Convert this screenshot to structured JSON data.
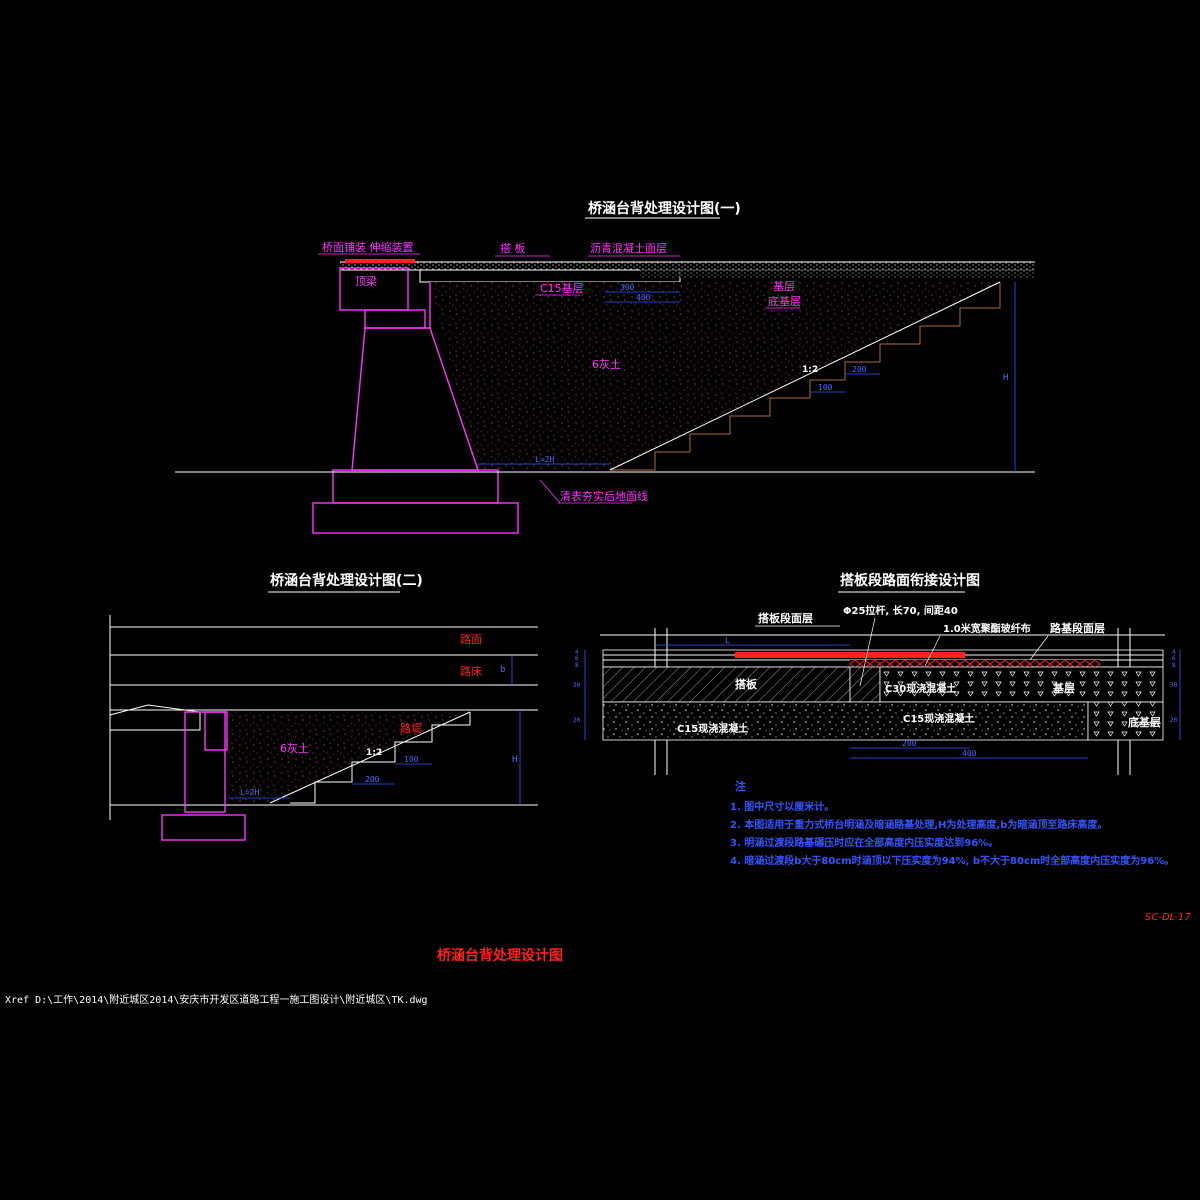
{
  "titles": {
    "main": "桥涵台背处理设计图(一)",
    "second": "桥涵台背处理设计图(二)",
    "third": "搭板段路面衔接设计图",
    "sheet": "桥涵台背处理设计图"
  },
  "figure1": {
    "label_expansion": "桥面铺装 伸缩装置",
    "label_slab": "搭 板",
    "label_asphalt": "沥青混凝土面层",
    "label_beam": "顶梁",
    "label_c15": "C15基层",
    "label_base": "基层",
    "label_subbase": "底基层",
    "label_fill": "6灰土",
    "label_slope": "1:2",
    "label_ground": "清表夯实后地面线",
    "dim_300": "300",
    "dim_400": "400",
    "dim_200": "200",
    "dim_100": "100",
    "dim_h": "H",
    "dim_lh": "L=2H"
  },
  "figure2": {
    "label_pavement": "路面",
    "label_bed": "路床",
    "label_fill": "6灰土",
    "label_embank": "路堤",
    "label_slope": "1:2",
    "dim_100": "100",
    "dim_200": "200",
    "dim_h": "H",
    "dim_lh": "L=2H",
    "dim_b": "b"
  },
  "figure3": {
    "label_slab_surface": "搭板段面层",
    "label_rebar": "Φ25拉杆, 长70, 间距40",
    "label_geogrid": "1.0米宽聚酯玻纤布",
    "label_road_surface": "路基段面层",
    "label_slab": "搭板",
    "label_c30": "C30现浇混凝土",
    "label_base": "基层",
    "label_c15_left": "C15现浇混凝土",
    "label_c15_mid": "C15现浇混凝土",
    "label_subbase": "底基层",
    "dim_l": "L",
    "dim_200": "200",
    "dim_400": "400",
    "dim_left": [
      "4",
      "6",
      "8",
      "30",
      "20"
    ],
    "dim_right": [
      "4",
      "6",
      "8",
      "30",
      "20"
    ]
  },
  "notes": {
    "heading": "注",
    "items": [
      "1. 图中尺寸以厘米计。",
      "2. 本图适用于重力式桥台明涵及暗涵路基处理,H为处理高度,b为暗涵顶至路床高度。",
      "3. 明涵过渡段路基碾压时应在全部高度内压实度达到96%。",
      "4. 暗涵过渡段b大于80cm时涵顶以下压实度为94%, b不大于80cm时全部高度内压实度为96%。"
    ]
  },
  "drawing_number": "SC-DL-17",
  "xref": "Xref D:\\工作\\2014\\附近城区2014\\安庆市开发区道路工程一施工图设计\\附近城区\\TK.dwg",
  "colors": {
    "background": "#000000",
    "magenta": "#ff33ff",
    "blue": "#3355ff",
    "red": "#ff2020",
    "white": "#ffffff",
    "brown": "#b06a3a",
    "fill_speck": "#6b2c1d"
  }
}
